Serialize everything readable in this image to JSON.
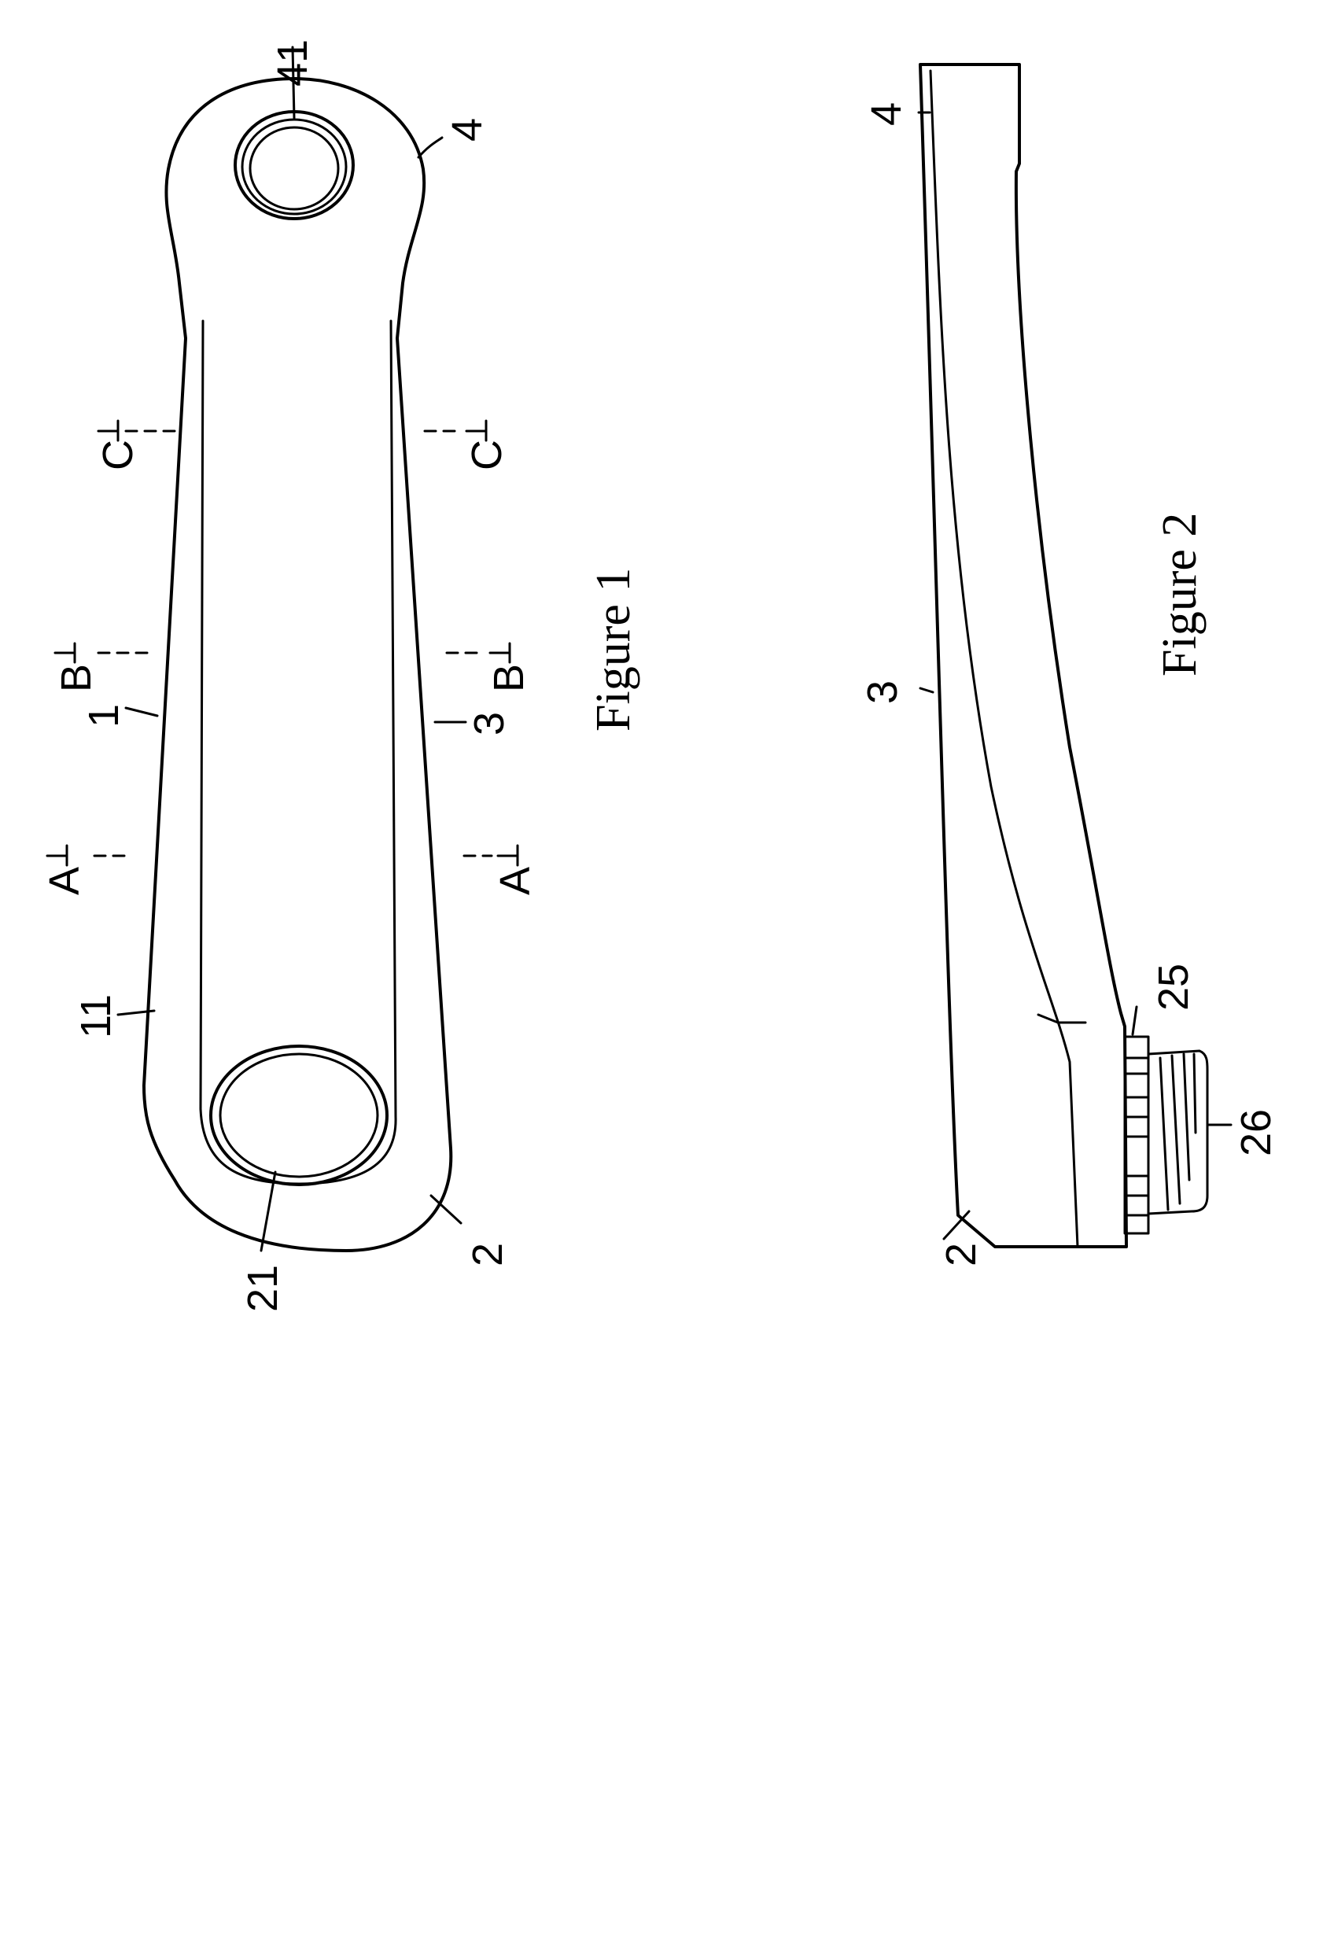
{
  "figures": [
    {
      "caption": "Figure 1",
      "view": "top view of crank arm",
      "reference_numerals": [
        "41",
        "4",
        "1",
        "3",
        "11",
        "2",
        "21"
      ],
      "section_markers": [
        "A",
        "A",
        "B",
        "B",
        "C",
        "C"
      ]
    },
    {
      "caption": "Figure 2",
      "view": "side view of crank arm",
      "reference_numerals": [
        "4",
        "3",
        "25",
        "26",
        "2"
      ]
    }
  ],
  "labels": {
    "f1_41": "41",
    "f1_4": "4",
    "f1_1": "1",
    "f1_3": "3",
    "f1_11": "11",
    "f1_2": "2",
    "f1_21": "21",
    "f1_A": "A",
    "f1_B": "B",
    "f1_C": "C",
    "f2_4": "4",
    "f2_3": "3",
    "f2_25": "25",
    "f2_26": "26",
    "f2_2": "2"
  },
  "captions": {
    "figure1": "Figure 1",
    "figure2": "Figure 2"
  },
  "colors": {
    "ink": "#000000",
    "paper": "#ffffff"
  }
}
